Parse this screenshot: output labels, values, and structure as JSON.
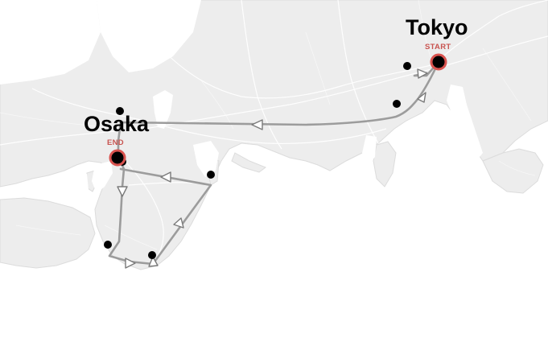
{
  "map": {
    "type": "route-map",
    "region": "Japan (Kansai to Kanto)",
    "colors": {
      "land": "#ededed",
      "water": "#ffffff",
      "route": "#9c9c9c",
      "stop": "#000000",
      "endpoint_ring": "#d9534f",
      "tag_text": "#c85450"
    }
  },
  "cities": {
    "tokyo": {
      "name": "Tokyo",
      "tag": "START"
    },
    "osaka": {
      "name": "Osaka",
      "tag": "END"
    }
  },
  "route": {
    "direction": "Tokyo to Osaka via Kii Peninsula loop",
    "stop_count": 8
  }
}
